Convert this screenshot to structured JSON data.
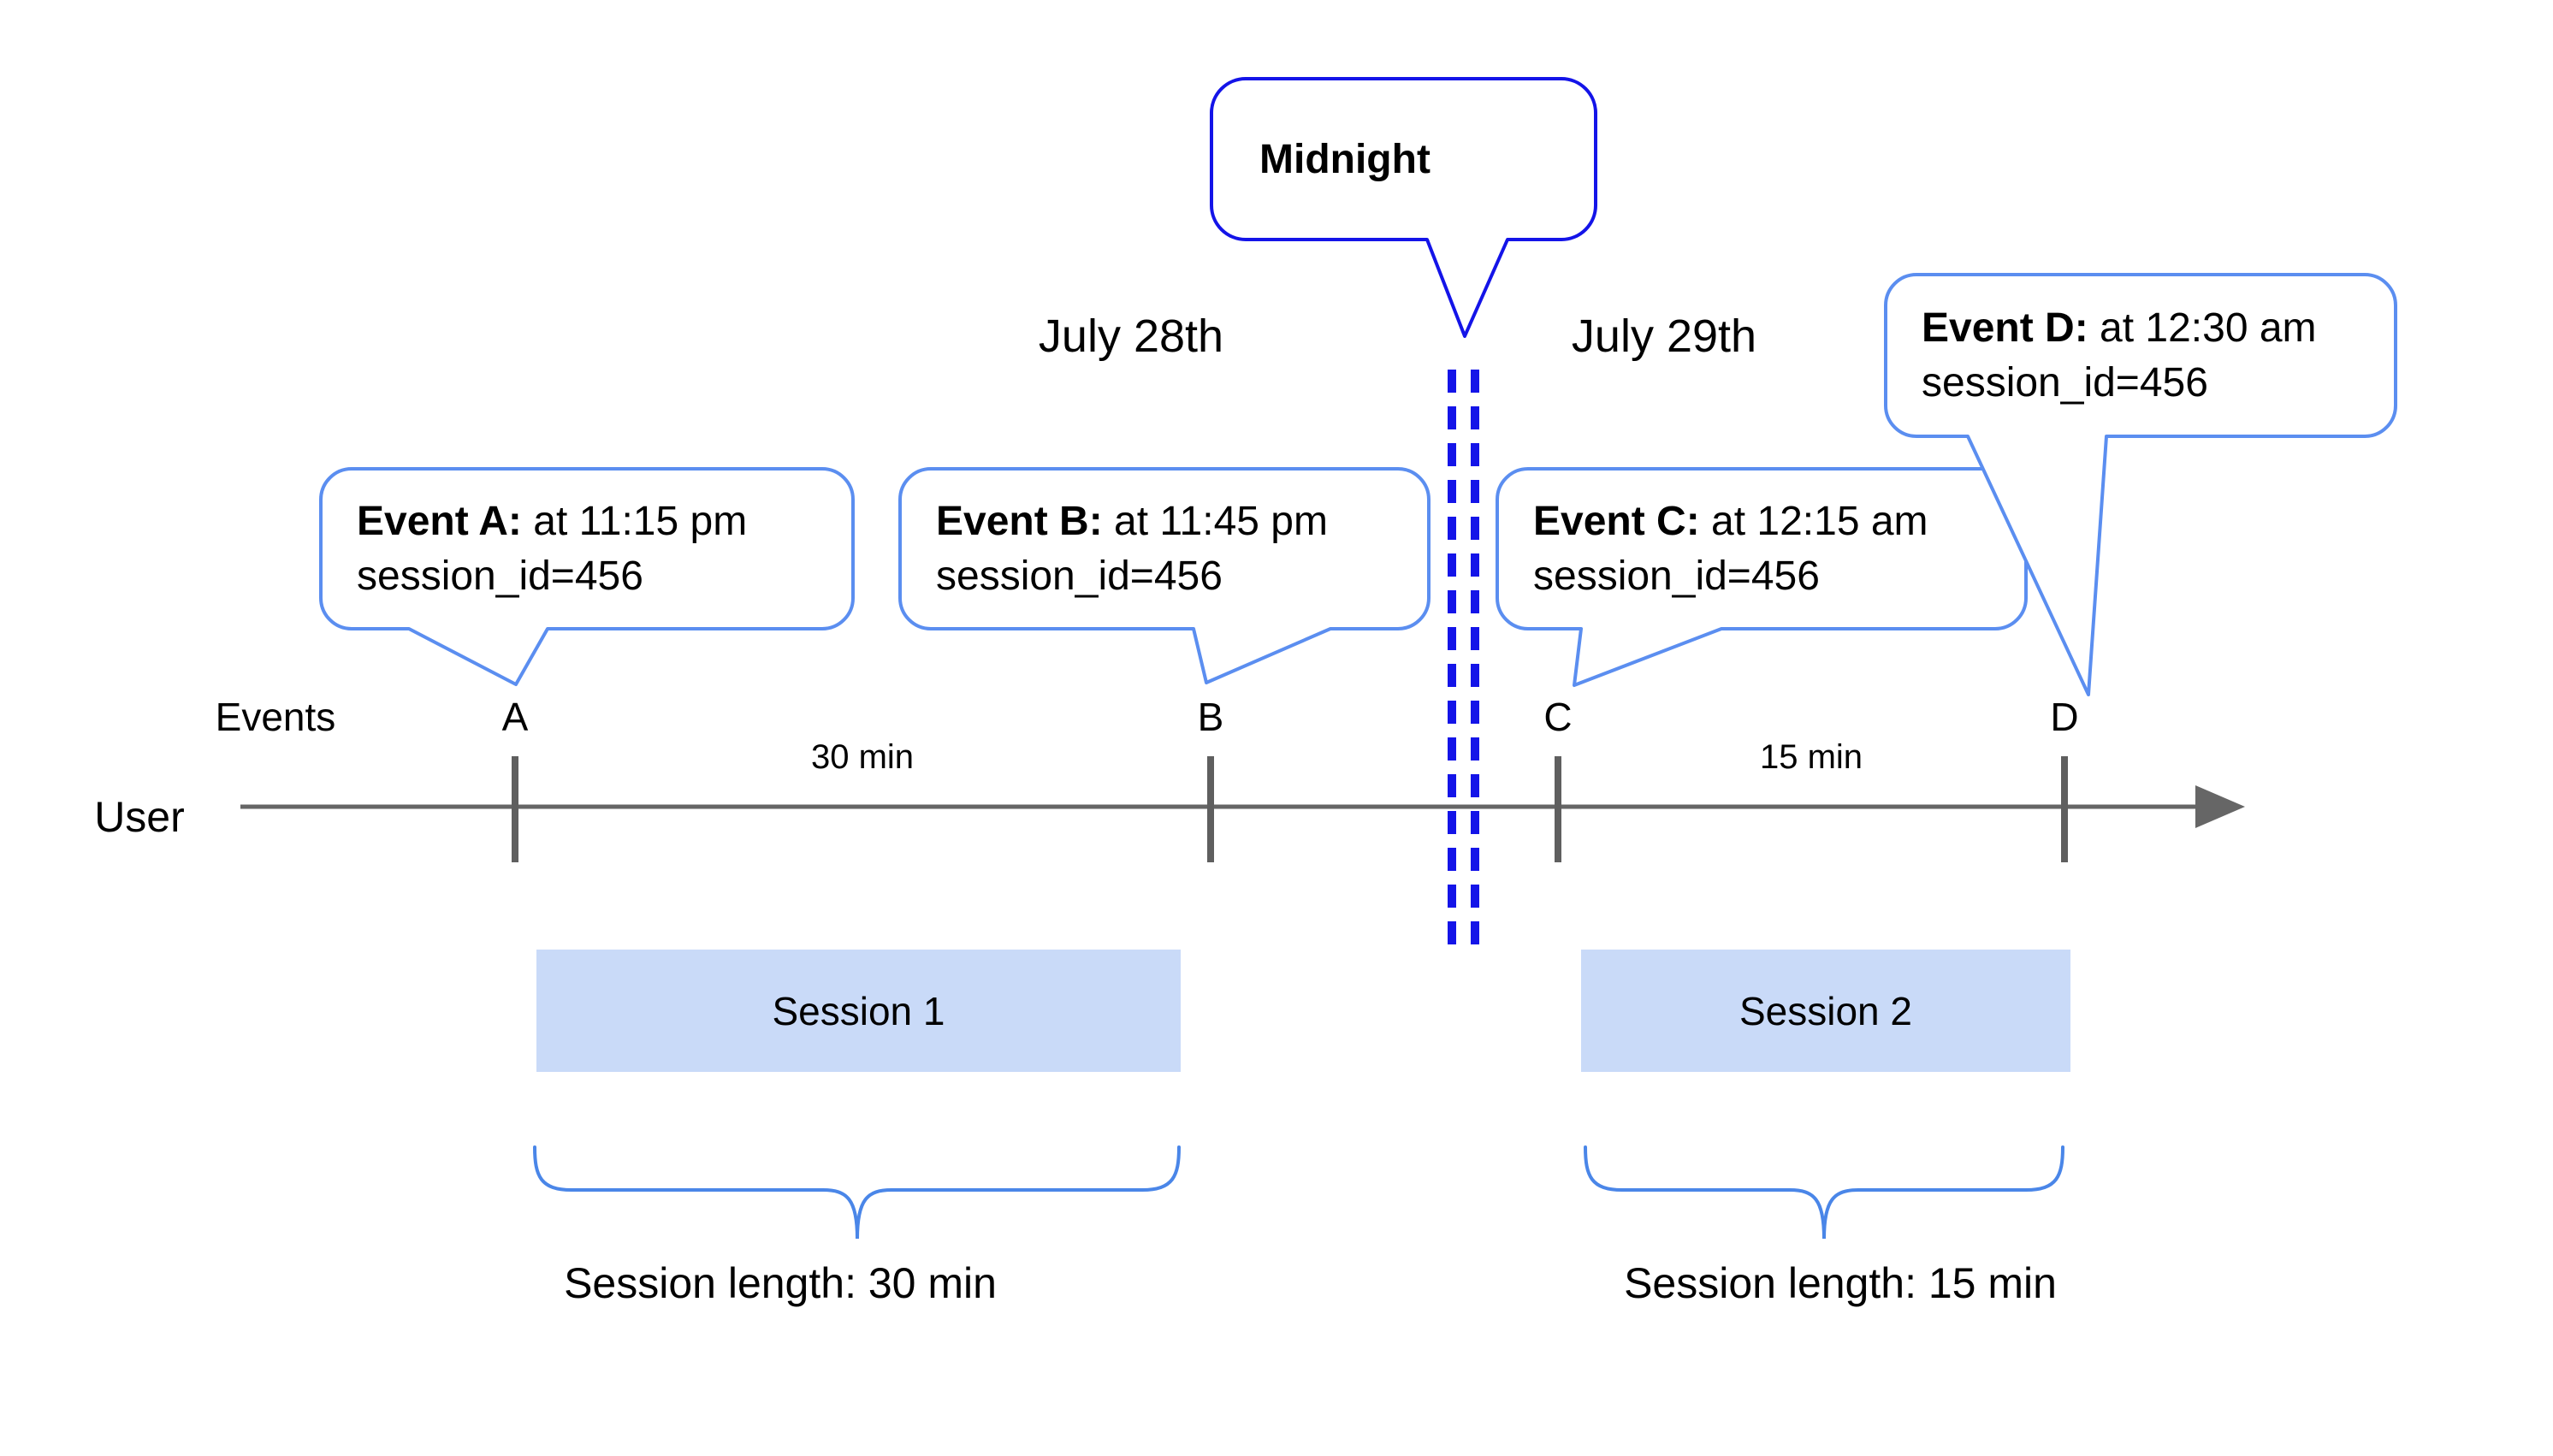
{
  "palette": {
    "strong_blue": "#1414e8",
    "bubble_blue": "#5b8ef0",
    "brace_blue": "#4a86e8",
    "session_fill": "#c9daf8",
    "line_gray": "#666666",
    "tick_gray": "#5f5f5f",
    "text_black": "#000000"
  },
  "midnight": {
    "label": "Midnight"
  },
  "dates": {
    "left": "July 28th",
    "right": "July 29th"
  },
  "timeline": {
    "events_label": "Events",
    "user_label": "User"
  },
  "ticks": [
    {
      "label": "A"
    },
    {
      "label": "B"
    },
    {
      "label": "C"
    },
    {
      "label": "D"
    }
  ],
  "intervals": [
    {
      "label": "30 min"
    },
    {
      "label": "15 min"
    }
  ],
  "events": [
    {
      "title": "Event A:",
      "time": " at 11:15 pm",
      "session": "session_id=456"
    },
    {
      "title": "Event B:",
      "time": " at 11:45 pm",
      "session": "session_id=456"
    },
    {
      "title": "Event C:",
      "time": " at 12:15 am",
      "session": "session_id=456"
    },
    {
      "title": "Event D:",
      "time": " at 12:30 am",
      "session": "session_id=456"
    }
  ],
  "sessions": [
    {
      "name": "Session 1",
      "length_label": "Session length: 30 min"
    },
    {
      "name": "Session 2",
      "length_label": "Session length: 15 min"
    }
  ]
}
